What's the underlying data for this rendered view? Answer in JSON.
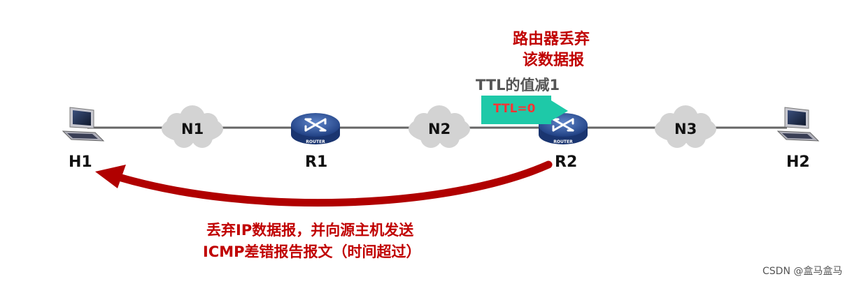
{
  "nodes": {
    "h1": "H1",
    "r1": "R1",
    "r2": "R2",
    "h2": "H2"
  },
  "networks": {
    "n1": "N1",
    "n2": "N2",
    "n3": "N3"
  },
  "router_tag": "ROUTER",
  "annotations": {
    "discard_line1": "路由器丢弃",
    "discard_line2": "该数据报",
    "ttl_decrement": "TTL的值减1",
    "ttl_packet": "TTL=0",
    "icmp_line1": "丢弃IP数据报，并向源主机发送",
    "icmp_line2": "ICMP差错报告报文（时间超过）"
  },
  "watermark": "CSDN @盒马盒马",
  "colors": {
    "arrow_red": "#b00000",
    "text_red": "#c00000",
    "packet_teal": "#1ec9a8",
    "packet_text": "#ff3333",
    "router_blue": "#2a4f96",
    "cloud_gray": "#d0d0d0",
    "link_gray": "#666666"
  }
}
